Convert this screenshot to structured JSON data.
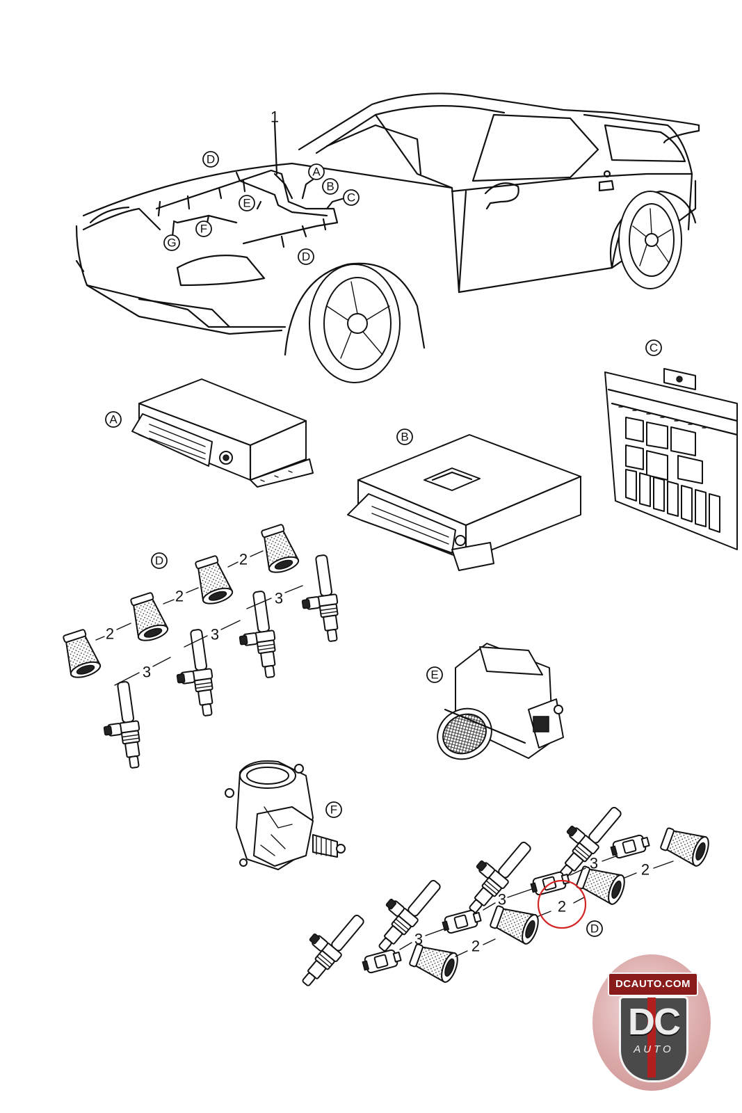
{
  "diagram": {
    "part_number": "1",
    "callouts": {
      "a": "A",
      "b": "B",
      "c": "C",
      "d": "D",
      "e": "E",
      "f": "F",
      "g": "G"
    },
    "item_numbers": {
      "connector": "2",
      "plug": "3"
    }
  },
  "watermark": {
    "site": "DCAUTO.COM",
    "mark": "DC",
    "sub": "AUTO",
    "colors": {
      "ribbon": "#8a1b1b",
      "shield": "#4a4a4a",
      "stripe": "#b21f1f"
    }
  },
  "highlight": {
    "color": "#d32323",
    "item": "2"
  }
}
